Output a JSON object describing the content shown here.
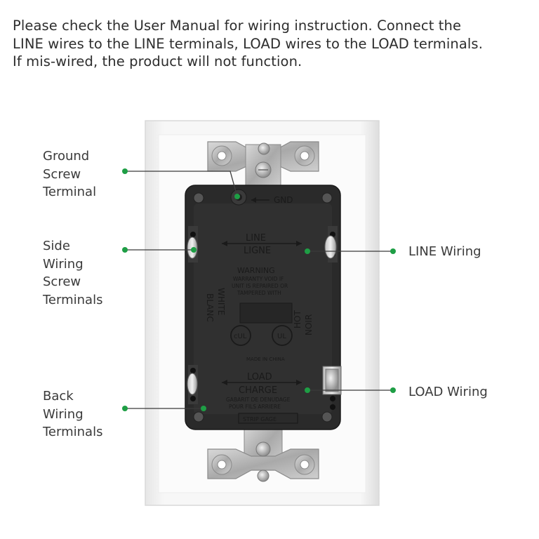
{
  "instruction": {
    "line1": "Please check the User Manual for wiring instruction. Connect the",
    "line2": "LINE wires to the LINE terminals, LOAD wires to the LOAD terminals.",
    "line3": "If mis-wired, the product will not function."
  },
  "callouts": {
    "ground": [
      "Ground",
      "Screw",
      "Terminal"
    ],
    "side": [
      "Side",
      "Wiring",
      "Screw",
      "Terminals"
    ],
    "back": [
      "Back",
      "Wiring",
      "Terminals"
    ],
    "line": "LINE Wiring",
    "load": "LOAD Wiring"
  },
  "receptacle_markings": {
    "gnd": "GND",
    "line": "LINE",
    "ligne": "LIGNE",
    "warning": "WARNING",
    "warning_small_1": "WARRANTY VOID IF",
    "warning_small_2": "UNIT IS REPAIRED OR",
    "warning_small_3": "TAMPERED WITH",
    "white": "WHITE",
    "blanc": "BLANC",
    "hot": "HOT",
    "noir": "NOIR",
    "cert_1": "cUL",
    "cert_2": "UL",
    "made_in": "MADE IN CHINA",
    "load": "LOAD",
    "charge": "CHARGE",
    "gauge_1": "GABARIT DE DENUDAGE",
    "gauge_2": "POUR FILS ARRIERE",
    "strip_gage": "STRIP GAGE"
  },
  "colors": {
    "callout_dot": "#1e9e45",
    "callout_line": "#3a3a3a",
    "body": "#2a2a2a",
    "wallplate": "#f3f3f3"
  }
}
